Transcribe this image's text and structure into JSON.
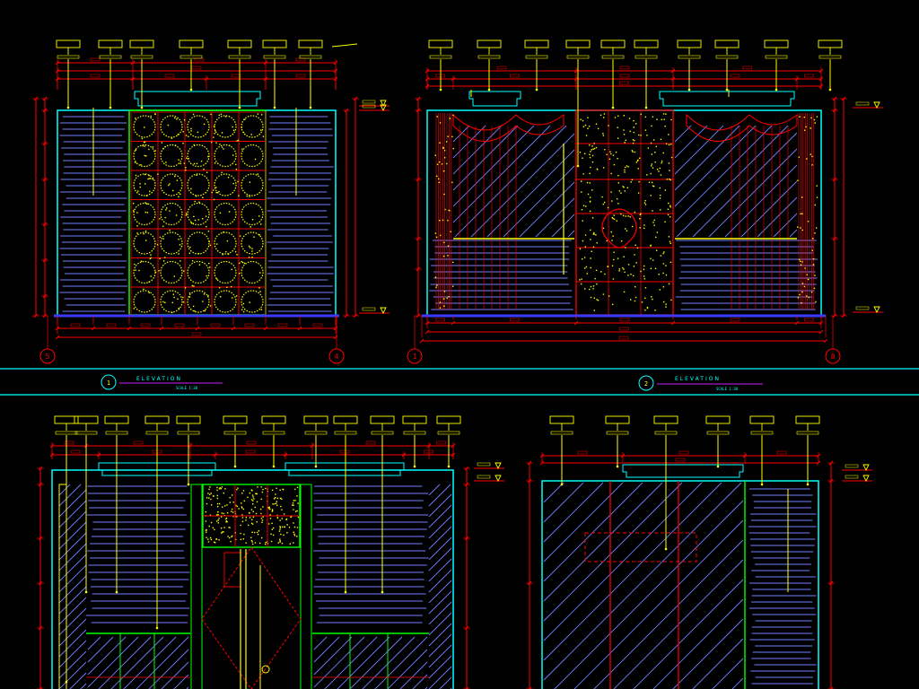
{
  "colors": {
    "background": "#000000",
    "dimension": "#ff0000",
    "leader": "#ffff00",
    "outline": "#00ffff",
    "wall_lines": "#6f7fff",
    "panel_frame": "#00ff00",
    "title_underline": "#cc22ff"
  },
  "elevations": [
    {
      "id": "elev-1",
      "title_label": "ELEVATION",
      "number": "1",
      "scale_text": "SCALE 1:30",
      "grid_left": "5",
      "grid_right": "4"
    },
    {
      "id": "elev-2",
      "title_label": "ELEVATION",
      "number": "2",
      "scale_text": "SCALE 1:30",
      "grid_left": "1",
      "grid_right": "8"
    },
    {
      "id": "elev-3"
    },
    {
      "id": "elev-4"
    }
  ]
}
